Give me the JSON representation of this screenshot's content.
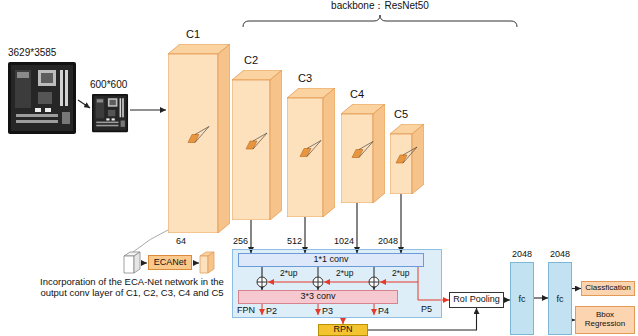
{
  "diagram": {
    "nodes": [
      {
        "text": [
          "ECANet"
        ]
      },
      {
        "text": [
          "C1"
        ]
      },
      {
        "text": [
          "C2"
        ]
      },
      {
        "text": [
          "C3"
        ]
      },
      {
        "text": [
          "C4"
        ]
      },
      {
        "text": [
          "C5"
        ]
      },
      {
        "text": [
          "FPN"
        ]
      },
      {
        "text": [
          "1*1 conv"
        ],
        "in": 6
      },
      {
        "text": [
          "3*3 conv"
        ],
        "in": 6
      },
      {
        "text": [
          "RPN"
        ]
      },
      {
        "text": [
          "RoI Pooling"
        ]
      },
      {
        "text": [
          "2048",
          "fc"
        ]
      },
      {
        "text": [
          "2048",
          "fc"
        ]
      },
      {
        "text": [
          "Classfication"
        ]
      },
      {
        "text": [
          "Bbox Regression"
        ]
      }
    ],
    "edges": [
      {
        "from": 2,
        "to": 7,
        "arrow": "to"
      },
      {
        "from": 3,
        "to": 7,
        "arrow": "to"
      },
      {
        "from": 4,
        "to": 7,
        "arrow": "to"
      },
      {
        "from": 5,
        "to": 7,
        "arrow": "to"
      },
      {
        "from": 7,
        "to": 8,
        "arrow": "to"
      },
      {
        "from": 6,
        "to": 9,
        "arrow": "to"
      },
      {
        "from": 6,
        "to": 10,
        "arrow": "to"
      },
      {
        "from": 9,
        "to": 10,
        "arrow": "to"
      },
      {
        "from": 10,
        "to": 11,
        "arrow": "to"
      },
      {
        "from": 11,
        "to": 12,
        "arrow": "to"
      },
      {
        "from": 12,
        "to": 13,
        "arrow": "to"
      },
      {
        "from": 12,
        "to": 14,
        "arrow": "to"
      }
    ],
    "labels": [
      "backbone：ResNet50",
      "3629*3585",
      "600*600",
      "64",
      "256",
      "512",
      "1024",
      "2048",
      "Incorporation of the ECA-Net network in the output conv layer of C1, C2, C3, C4 and C5",
      "2*up",
      "2*up",
      "2*up",
      "P2",
      "P3",
      "P4",
      "P5"
    ]
  }
}
